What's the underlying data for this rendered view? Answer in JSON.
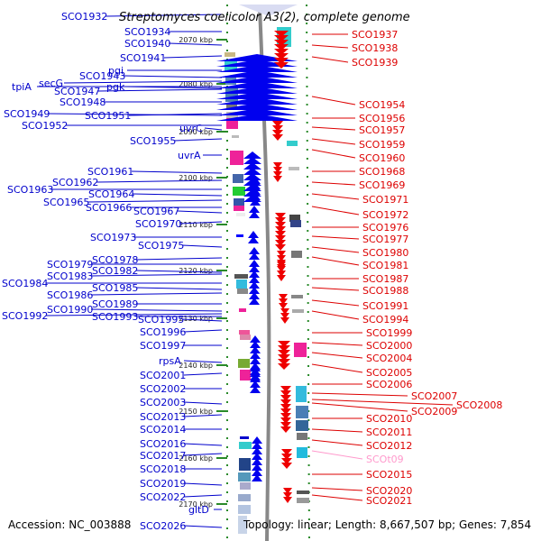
{
  "title": "Streptomyces coelicolor A3(2), complete genome",
  "footer": {
    "accession": "Accession: NC_003888",
    "topology": "Topology: linear; Length: 8,667,507 bp; Genes: 7,854"
  },
  "colors": {
    "left_label": "#0000cc",
    "right_label": "#dd0000",
    "rna_label": "#ff99cc",
    "tick": "#2a8a2a",
    "strand_arrow": "#0000ee",
    "reverse_arrow": "#ee0000"
  },
  "map": {
    "ticks": [
      "2070 kbp",
      "2080 kbp",
      "2090 kbp",
      "2100 kbp",
      "2110 kbp",
      "2120 kbp",
      "2130 kbp",
      "2140 kbp",
      "2150 kbp",
      "2160 kbp",
      "2170 kbp"
    ],
    "left_labels": [
      "SCO1932",
      "SCO1934",
      "SCO1940",
      "SCO1941",
      "pgi",
      "SCO1943",
      "secG",
      "tpiA",
      "pgk",
      "SCO1947",
      "SCO1948",
      "SCO1949",
      "SCO1951",
      "SCO1952",
      "uvrC",
      "SCO1955",
      "uvrA",
      "SCO1961",
      "SCO1962",
      "SCO1963",
      "SCO1964",
      "SCO1965",
      "SCO1966",
      "SCO1967",
      "SCO1970",
      "SCO1973",
      "SCO1975",
      "SCO1978",
      "SCO1979",
      "SCO1982",
      "SCO1983",
      "SCO1984",
      "SCO1985",
      "SCO1986",
      "SCO1989",
      "SCO1990",
      "SCO1992",
      "SCO1993",
      "SCO1995",
      "SCO1996",
      "SCO1997",
      "rpsA",
      "SCO2001",
      "SCO2002",
      "SCO2003",
      "SCO2013",
      "SCO2014",
      "SCO2016",
      "SCO2017",
      "SCO2018",
      "SCO2019",
      "SCO2022",
      "gltD",
      "SCO2026"
    ],
    "right_labels": [
      "SCO1937",
      "SCO1938",
      "SCO1939",
      "SCO1954",
      "SCO1956",
      "SCO1957",
      "SCO1959",
      "SCO1960",
      "SCO1968",
      "SCO1969",
      "SCO1971",
      "SCO1972",
      "SCO1976",
      "SCO1977",
      "SCO1980",
      "SCO1981",
      "SCO1987",
      "SCO1988",
      "SCO1991",
      "SCO1994",
      "SCO1999",
      "SCO2000",
      "SCO2004",
      "SCO2005",
      "SCO2006",
      "SCO2007",
      "SCO2008",
      "SCO2009",
      "SCO2010",
      "SCO2011",
      "SCO2012",
      "SCOt09",
      "SCO2015",
      "SCO2020",
      "SCO2021"
    ]
  }
}
